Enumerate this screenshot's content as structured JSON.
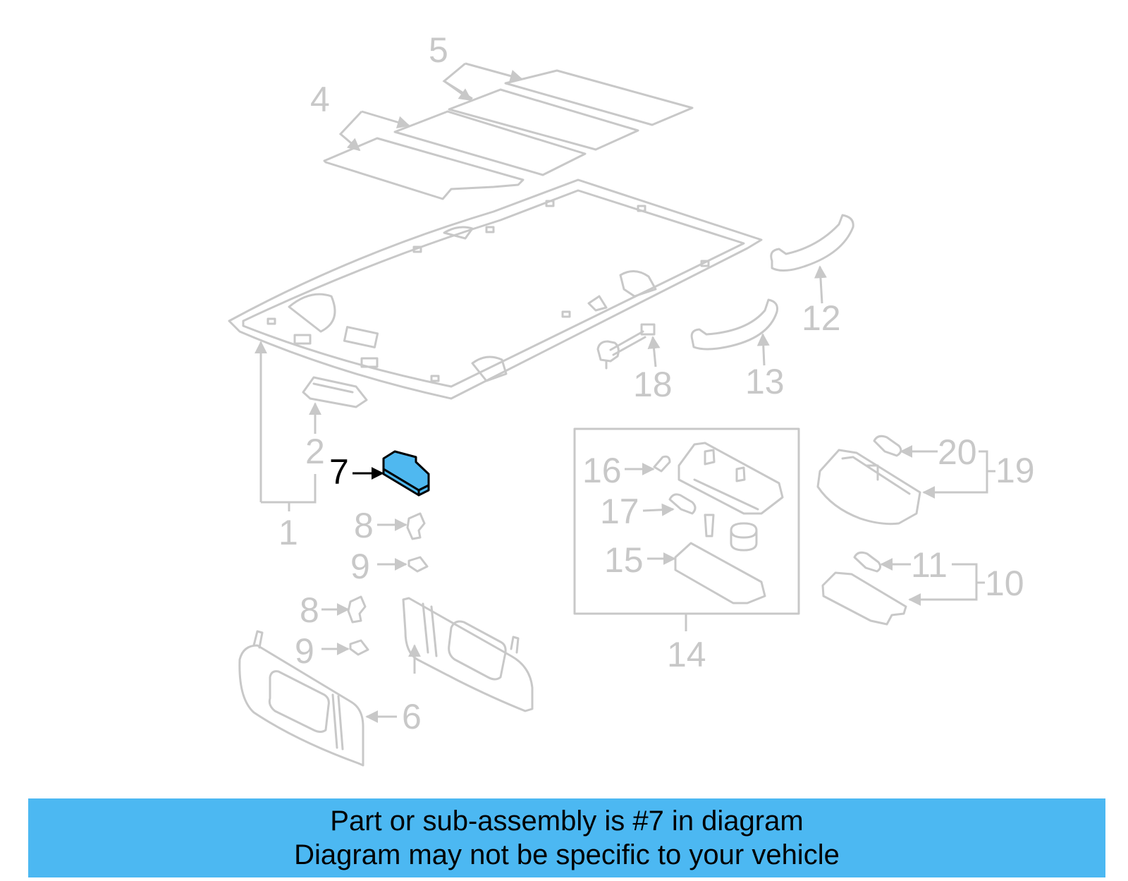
{
  "callouts": {
    "n1": "1",
    "n2": "2",
    "n4": "4",
    "n5": "5",
    "n6": "6",
    "n7": "7",
    "n8a": "8",
    "n8b": "8",
    "n9a": "9",
    "n9b": "9",
    "n10": "10",
    "n11": "11",
    "n12": "12",
    "n13": "13",
    "n14": "14",
    "n15": "15",
    "n16": "16",
    "n17": "17",
    "n18": "18",
    "n19": "19",
    "n20": "20"
  },
  "highlighted_part": "7",
  "colors": {
    "line_art": "#c8c8c8",
    "highlight_fill": "#4fb8f0",
    "banner_background": "#4cb8f2",
    "text_active": "#000000"
  },
  "banner": {
    "line1": "Part or sub-assembly is #7 in diagram",
    "line2": "Diagram may not be specific to your vehicle"
  }
}
